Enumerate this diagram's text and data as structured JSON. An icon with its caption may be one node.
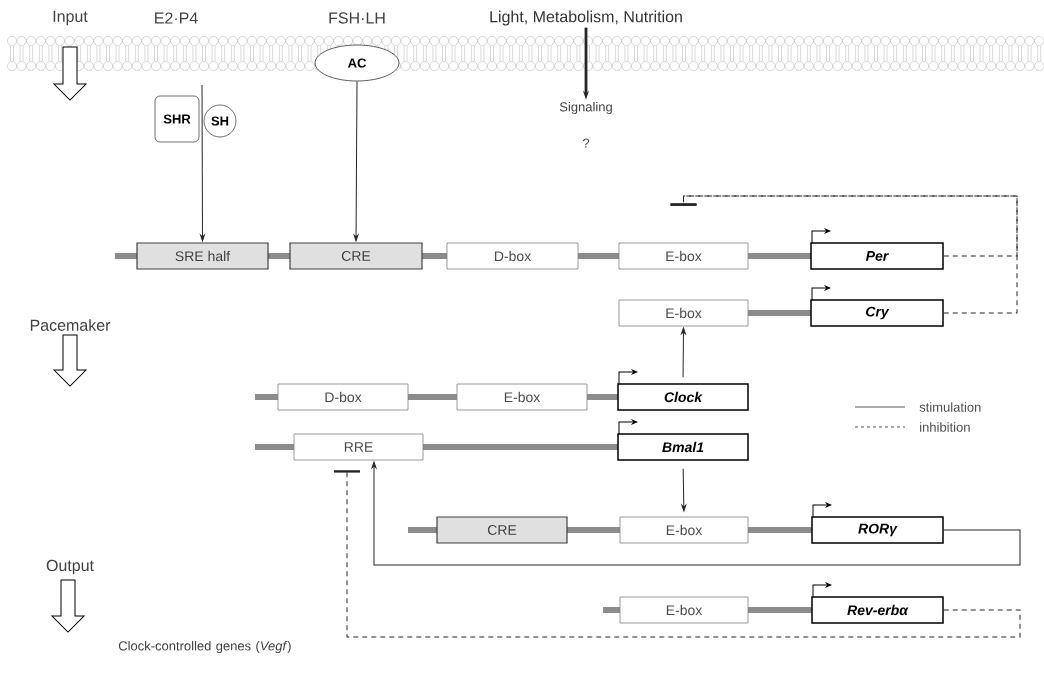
{
  "diagram": {
    "nodes": [
      {
        "text": [
          "Light, Metabolism, Nutrition"
        ]
      },
      {
        "text": [
          "Signaling"
        ]
      },
      {
        "text": [
          "SHR"
        ]
      },
      {
        "text": [
          "SH"
        ]
      },
      {
        "text": [
          "AC"
        ]
      },
      {
        "text": [
          "SRE half"
        ]
      },
      {
        "text": [
          "CRE"
        ]
      },
      {
        "text": [
          "D-box"
        ]
      },
      {
        "text": [
          "E-box"
        ]
      },
      {
        "text": [
          "Per"
        ]
      },
      {
        "text": [
          "E-box"
        ]
      },
      {
        "text": [
          "Cry"
        ]
      },
      {
        "text": [
          "D-box"
        ]
      },
      {
        "text": [
          "E-box"
        ]
      },
      {
        "text": [
          "Clock"
        ]
      },
      {
        "text": [
          "RRE"
        ]
      },
      {
        "text": [
          "Bmal1"
        ]
      },
      {
        "text": [
          "CRE"
        ]
      },
      {
        "text": [
          "E-box"
        ]
      },
      {
        "text": [
          "RORγ"
        ]
      },
      {
        "text": [
          "E-box"
        ]
      },
      {
        "text": [
          "Rev-erbα"
        ]
      }
    ],
    "edges": [
      {
        "from": null,
        "to": 5,
        "arrow": "to"
      },
      {
        "from": 4,
        "to": 6,
        "arrow": "to"
      },
      {
        "from": 0,
        "to": 1,
        "arrow": "to",
        "style": "thick"
      },
      {
        "from": 9,
        "to": 8,
        "arrow": "other",
        "style": "dashed"
      },
      {
        "from": 11,
        "to": 8,
        "arrow": "other",
        "style": "dashed"
      },
      {
        "from": 14,
        "to": 10,
        "arrow": "to"
      },
      {
        "from": 16,
        "to": 18,
        "arrow": "to"
      },
      {
        "from": 19,
        "to": 15,
        "arrow": "to"
      },
      {
        "from": 21,
        "to": 15,
        "arrow": "other",
        "style": "dashed"
      }
    ],
    "labels": [
      "Input",
      "E2·P4",
      "FSH·LH",
      "?",
      "Pacemaker",
      "Output",
      "Clock-controlled genes (*Vegf*)"
    ],
    "legend": [
      {
        "text": "stimulation"
      },
      {
        "text": "inhibition"
      }
    ]
  }
}
